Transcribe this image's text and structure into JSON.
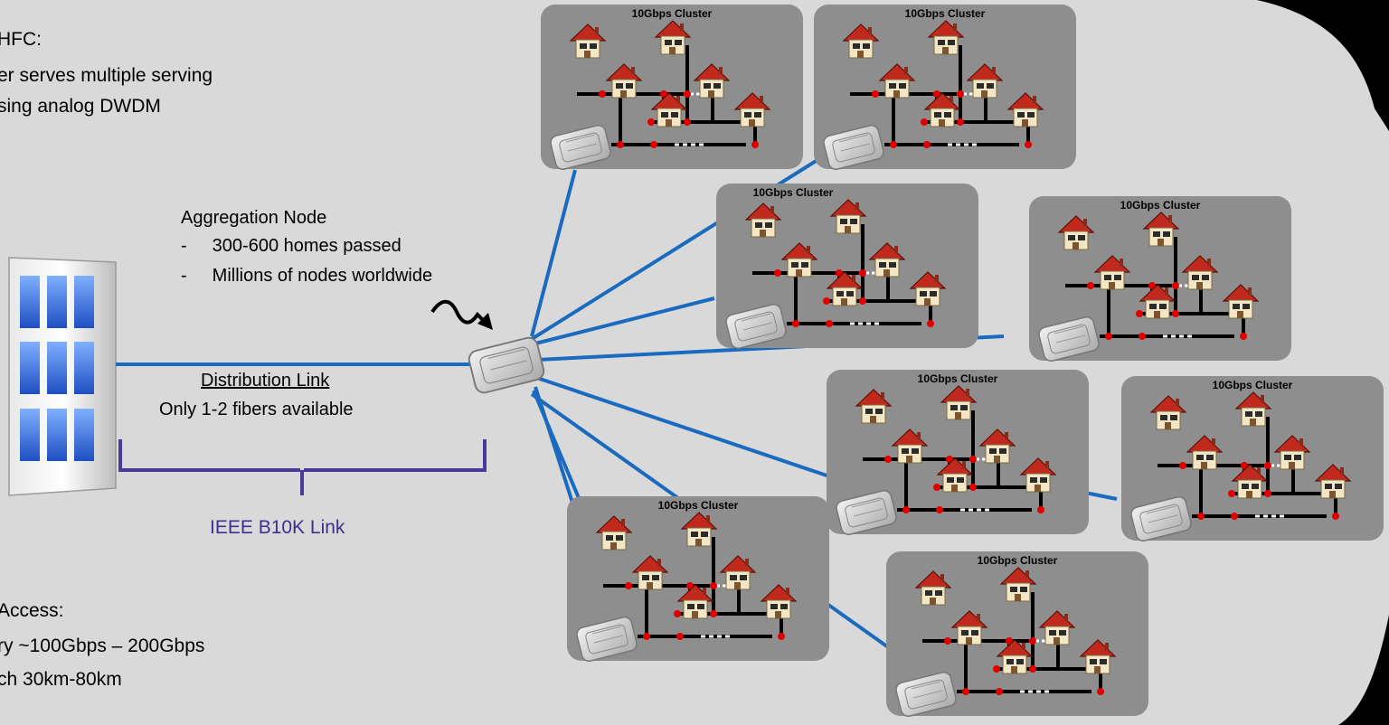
{
  "headend_text": {
    "hfc_title": "HFC:",
    "line1": "er serves multiple serving",
    "line2": "sing analog DWDM"
  },
  "access_text": {
    "title": "Access:",
    "line1": "ry ~100Gbps – 200Gbps",
    "line2": "ch 30km-80km"
  },
  "aggregation_node": {
    "title": "Aggregation Node",
    "bullet_marker": "-",
    "bullet1": "300-600 homes passed",
    "bullet2": "Millions of nodes worldwide"
  },
  "distribution_link": {
    "title": "Distribution Link",
    "subtitle": "Only 1-2 fibers available"
  },
  "b10k_label": "IEEE B10K Link",
  "cluster_label": "10Gbps Cluster",
  "colors": {
    "fiber": "#1a6bbf",
    "brace": "#4a3a9a",
    "cluster_bg": "#8e8e8e",
    "slide_bg": "#d9d9d9",
    "tap_dot": "#e00000"
  }
}
